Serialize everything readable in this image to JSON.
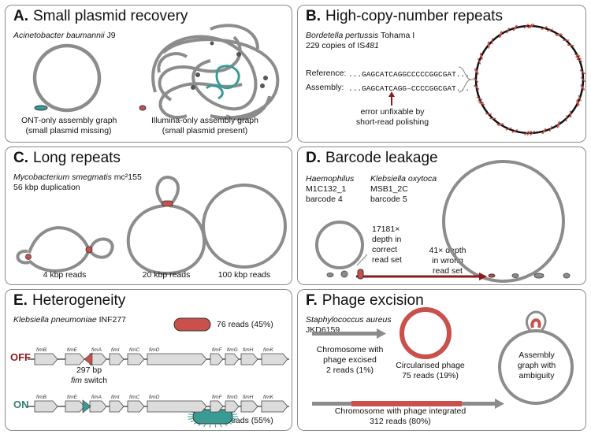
{
  "colors": {
    "grey": "#8c8c8c",
    "dark": "#555555",
    "red": "#c9504b",
    "teal": "#3a9b94",
    "darkred": "#8b1a1a"
  },
  "panelA": {
    "letter": "A.",
    "title": "Small plasmid recovery",
    "org_italic": "Acinetobacter baumannii",
    "org_rest": " J9",
    "ont_caption_1": "ONT-only assembly graph",
    "ont_caption_2": "(small plasmid missing)",
    "ill_caption_1": "Illumina-only assembly graph",
    "ill_caption_2": "(small plasmid present)"
  },
  "panelB": {
    "letter": "B.",
    "title": "High-copy-number repeats",
    "org_italic": "Bordetella pertussis",
    "org_rest": " Tohama I",
    "copies_prefix": "229 copies of IS",
    "copies_italic": "481",
    "ref_label": "Reference:",
    "ref_seq": "...GAGCATCAGGCCCCCGGCGAT...",
    "asm_label": "Assembly:",
    "asm_seq": "...GAGCATCAGG–CCCCGGCGAT...",
    "error_1": "error unfixable by",
    "error_2": "short-read polishing"
  },
  "panelC": {
    "letter": "C.",
    "title": "Long repeats",
    "org_italic": "Mycobacterium smegmatis",
    "org_rest": " mc²155",
    "dup": "56 kbp duplication",
    "read_labels": [
      "4 kbp reads",
      "20 kbp reads",
      "100 kbp reads"
    ]
  },
  "panelD": {
    "letter": "D.",
    "title": "Barcode leakage",
    "org1_italic": "Haemophilus",
    "org1_line2": "M1C132_1",
    "org1_line3": "barcode 4",
    "org2_italic": "Klebsiella oxytoca",
    "org2_line2": "MSB1_2C",
    "org2_line3": "barcode 5",
    "depth1": [
      "17181×",
      "depth in",
      "correct",
      "read set"
    ],
    "depth2": [
      "41× depth",
      "in wrong",
      "read set"
    ]
  },
  "panelE": {
    "letter": "E.",
    "title": "Heterogeneity",
    "org_italic": "Klebsiella pneumoniae",
    "org_rest": " INF277",
    "off": "OFF",
    "on": "ON",
    "switch_1": "297 bp",
    "switch_2_italic": "fim",
    "switch_2_rest": " switch",
    "off_reads": "76 reads (45%)",
    "on_reads": "93 reads (55%)",
    "genes": [
      "fimB",
      "fimE",
      "fimA",
      "fimI",
      "fimC",
      "fimD",
      "fimF",
      "fimG",
      "fimH",
      "fimK"
    ]
  },
  "panelF": {
    "letter": "F.",
    "title": "Phage excision",
    "org_italic": "Staphylococcus aureus",
    "org_rest": "",
    "strain": "JKD6159",
    "excised": [
      "Chromosome with",
      "phage excised",
      "2 reads (1%)"
    ],
    "circ": [
      "Circularised phage",
      "75 reads (19%)"
    ],
    "integrated": [
      "Chromosome with phage integrated",
      "312 reads (80%)"
    ],
    "graph": [
      "Assembly",
      "graph with",
      "ambiguity"
    ]
  }
}
